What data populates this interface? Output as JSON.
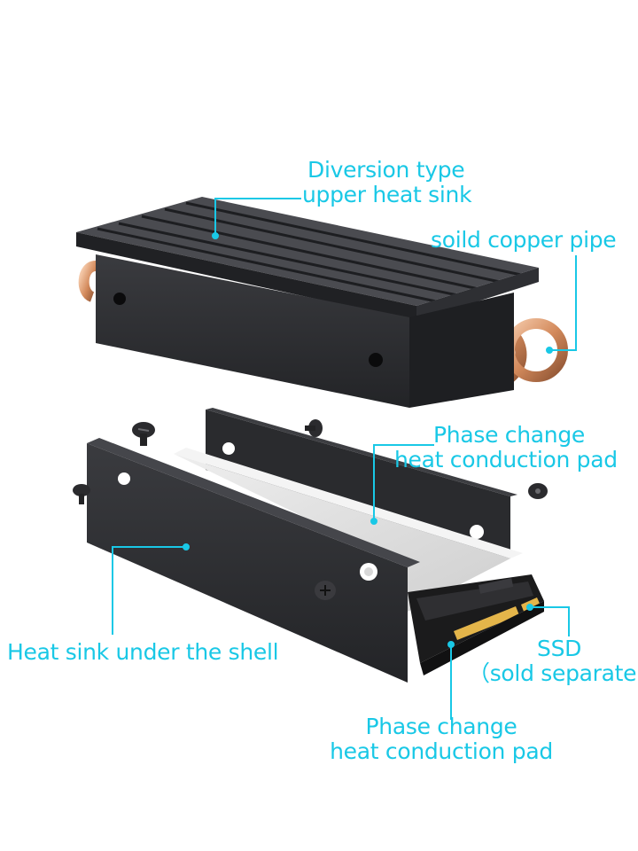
{
  "colors": {
    "accent": "#19c8e6",
    "metal": "#2b2c2f",
    "copper": "#d9946a",
    "pad": "#dcdcdc",
    "gold": "#e4b54a",
    "pcb": "#1c1c1c"
  },
  "labels": {
    "upper_heat_sink": {
      "line1": "Diversion type",
      "line2": "upper heat sink"
    },
    "copper_pipe": "soild copper pipe",
    "pad_top": {
      "line1": "Phase change",
      "line2": "heat conduction pad"
    },
    "shell_sink": "Heat sink under the shell",
    "ssd": {
      "line1": "SSD",
      "line2": "（sold separately"
    },
    "pad_bottom": {
      "line1": "Phase change",
      "line2": "heat conduction pad"
    }
  }
}
